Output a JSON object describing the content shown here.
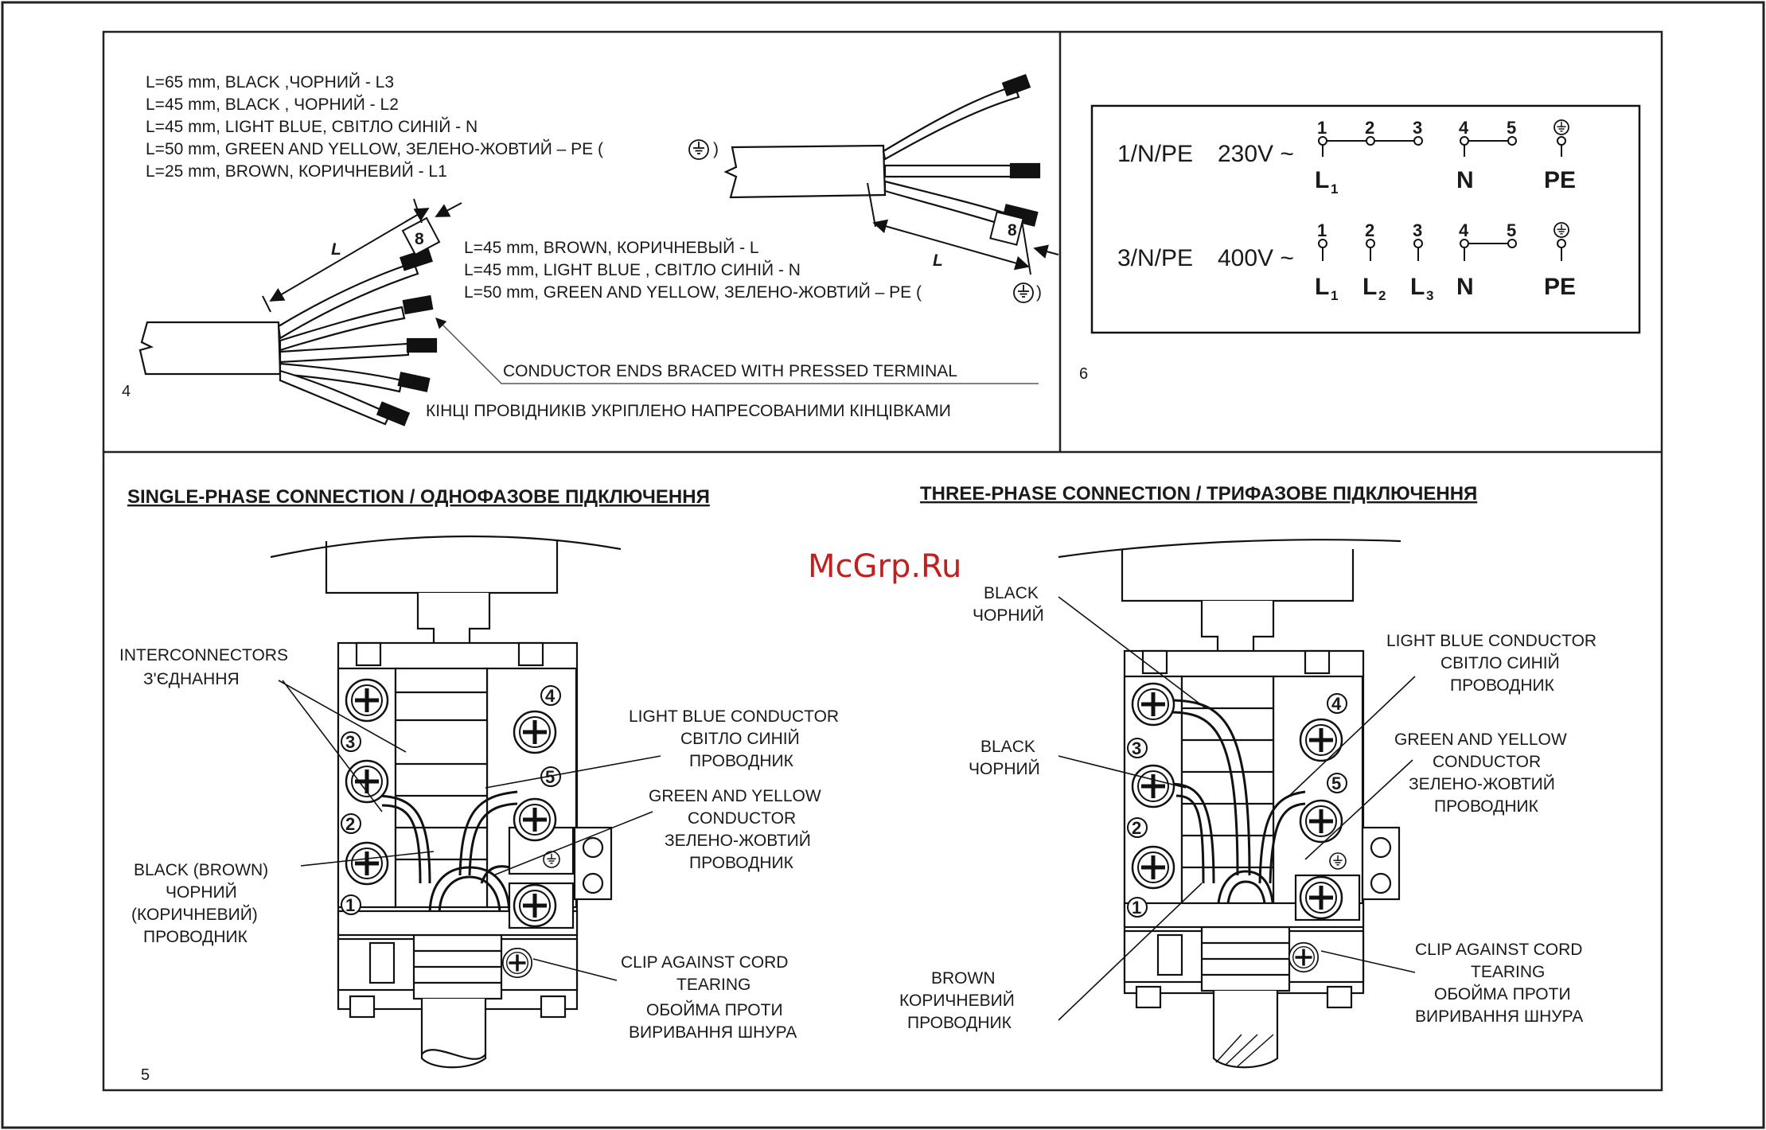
{
  "watermark": "McGrp.Ru",
  "panel4": {
    "page_number": "4",
    "cable_3core_lines": [
      "L=45 mm, BROWN, КОРИЧНЕВЫЙ  - L",
      "L=45 mm, LIGHT BLUE , СВІТЛО СИНІЙ - N",
      "L=50 mm, GREEN AND YELLOW, ЗЕЛЕНО-ЖОВТИЙ – PE ("
    ],
    "cable_5core_lines": [
      "L=65 mm, BLACK ,ЧОРНИЙ -  L3",
      "L=45 mm, BLACK , ЧОРНИЙ - L2",
      "L=45 mm, LIGHT BLUE, СВІТЛО СИНІЙ - N",
      "L=50 mm, GREEN AND YELLOW, ЗЕЛЕНО-ЖОВТИЙ – PE (",
      "L=25 mm, BROWN,  КОРИЧНЕВИЙ - L1"
    ],
    "paren_close": ")",
    "strip_length_label": "8",
    "length_symbol": "L",
    "terminal_note_en": "CONDUCTOR ENDS BRACED WITH PRESSED TERMINAL",
    "terminal_note_ua": "КІНЦІ ПРОВІДНИКІВ УКРІПЛЕНО НАПРЕСОВАНИМИ КІНЦІВКАМИ"
  },
  "panel6": {
    "page_number": "6",
    "rows": [
      {
        "system": "1/N/PE",
        "voltage": "230V ~",
        "terminals": [
          "1",
          "2",
          "3",
          "4",
          "5"
        ],
        "labels": [
          {
            "main": "L",
            "sub": "1"
          },
          {
            "main": "N",
            "sub": ""
          },
          {
            "main": "PE",
            "sub": ""
          }
        ]
      },
      {
        "system": "3/N/PE",
        "voltage": "400V ~",
        "terminals": [
          "1",
          "2",
          "3",
          "4",
          "5"
        ],
        "labels": [
          {
            "main": "L",
            "sub": "1"
          },
          {
            "main": "L",
            "sub": "2"
          },
          {
            "main": "L",
            "sub": "3"
          },
          {
            "main": "N",
            "sub": ""
          },
          {
            "main": "PE",
            "sub": ""
          }
        ]
      }
    ]
  },
  "panel5": {
    "page_number": "5",
    "single": {
      "title": "SINGLE-PHASE CONNECTION / ОДНОФАЗОВЕ ПІДКЛЮЧЕННЯ",
      "interconnectors": [
        "INTERCONNECTORS",
        "З'ЄДНАННЯ"
      ],
      "light_blue": [
        "LIGHT BLUE CONDUCTOR",
        "СВІТЛО СИНІЙ",
        "ПРОВОДНИК"
      ],
      "green_yellow": [
        "GREEN AND YELLOW",
        "CONDUCTOR",
        "ЗЕЛЕНО-ЖОВТИЙ",
        "ПРОВОДНИК"
      ],
      "black_brown": [
        "BLACK (BROWN)",
        "ЧОРНИЙ",
        "(КОРИЧНЕВИЙ)",
        "ПРОВОДНИК"
      ],
      "clip": [
        "CLIP AGAINST CORD",
        "TEARING",
        "ОБОЙМА ПРОТИ",
        "ВИРИВАННЯ ШНУРА"
      ],
      "terminal_numbers": [
        "1",
        "2",
        "3",
        "4",
        "5"
      ]
    },
    "three": {
      "title": "THREE-PHASE CONNECTION / ТРИФАЗОВЕ ПІДКЛЮЧЕННЯ",
      "black_top": [
        "BLACK",
        "ЧОРНИЙ"
      ],
      "black_mid": [
        "BLACK",
        "ЧОРНИЙ"
      ],
      "brown": [
        "BROWN",
        "КОРИЧНЕВИЙ",
        "ПРОВОДНИК"
      ],
      "light_blue": [
        "LIGHT BLUE CONDUCTOR",
        "СВІТЛО СИНІЙ",
        "ПРОВОДНИК"
      ],
      "green_yellow": [
        "GREEN AND YELLOW",
        "CONDUCTOR",
        "ЗЕЛЕНО-ЖОВТИЙ",
        "ПРОВОДНИК"
      ],
      "clip": [
        "CLIP AGAINST CORD",
        "TEARING",
        "ОБОЙМА ПРОТИ",
        "ВИРИВАННЯ ШНУРА"
      ],
      "terminal_numbers": [
        "1",
        "2",
        "3",
        "4",
        "5"
      ]
    }
  }
}
